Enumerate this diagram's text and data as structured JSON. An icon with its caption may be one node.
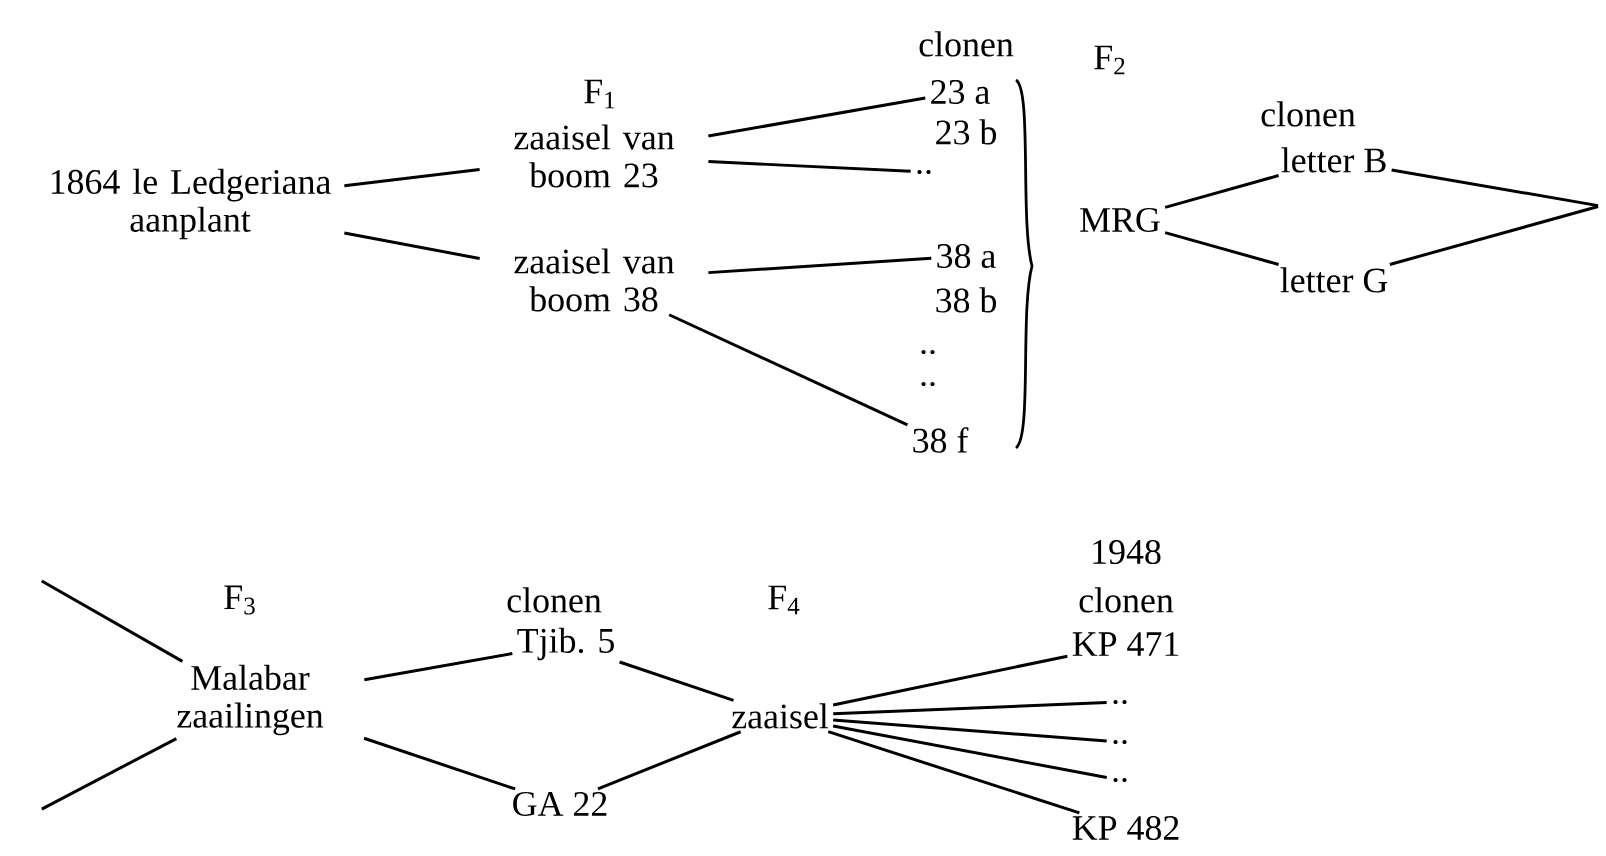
{
  "diagram": {
    "nodes": [
      {
        "text": [
          "1864 le Ledgeriana aanplant"
        ]
      },
      {
        "text": [
          "zaaisel van boom 23"
        ]
      },
      {
        "text": [
          "zaaisel van boom 38"
        ]
      },
      {
        "text": [
          "23 a"
        ]
      },
      {
        "text": [
          ".."
        ]
      },
      {
        "text": [
          "38 a"
        ]
      },
      {
        "text": [
          "38 f"
        ]
      },
      {
        "text": [
          "MRG"
        ]
      },
      {
        "text": [
          "letter B"
        ]
      },
      {
        "text": [
          "letter G"
        ]
      },
      {
        "text": [
          "Malabar zaailingen"
        ]
      },
      {
        "text": [
          "Tjib. 5"
        ]
      },
      {
        "text": [
          "GA 22"
        ]
      },
      {
        "text": [
          "zaaisel"
        ]
      },
      {
        "text": [
          "KP 471"
        ]
      },
      {
        "text": [
          ".."
        ]
      },
      {
        "text": [
          ".."
        ]
      },
      {
        "text": [
          ".."
        ]
      },
      {
        "text": [
          "KP 482"
        ]
      }
    ],
    "edges": [
      {
        "from": 0,
        "to": 1,
        "arrow": "none"
      },
      {
        "from": 0,
        "to": 2,
        "arrow": "none"
      },
      {
        "from": 1,
        "to": 3,
        "arrow": "none"
      },
      {
        "from": 1,
        "to": 4,
        "arrow": "none"
      },
      {
        "from": 2,
        "to": 5,
        "arrow": "none"
      },
      {
        "from": 2,
        "to": 6,
        "arrow": "none"
      },
      {
        "from": 7,
        "to": 8,
        "arrow": "none"
      },
      {
        "from": 7,
        "to": 9,
        "arrow": "none"
      },
      {
        "from": 8,
        "to": null,
        "arrow": "none"
      },
      {
        "from": 9,
        "to": null,
        "arrow": "none"
      },
      {
        "from": null,
        "to": 10,
        "arrow": "none"
      },
      {
        "from": null,
        "to": 10,
        "arrow": "none"
      },
      {
        "from": 10,
        "to": 11,
        "arrow": "none"
      },
      {
        "from": 10,
        "to": 12,
        "arrow": "none"
      },
      {
        "from": 11,
        "to": 13,
        "arrow": "none"
      },
      {
        "from": 12,
        "to": 13,
        "arrow": "none"
      },
      {
        "from": 13,
        "to": 14,
        "arrow": "none"
      },
      {
        "from": 13,
        "to": 15,
        "arrow": "none"
      },
      {
        "from": 13,
        "to": 16,
        "arrow": "none"
      },
      {
        "from": 13,
        "to": 17,
        "arrow": "none"
      },
      {
        "from": 13,
        "to": 18,
        "arrow": "none"
      }
    ],
    "labels": [
      "F$_{1}$",
      "clonen",
      "F$_{2}$",
      "clonen",
      "23 b",
      "38 b",
      "..",
      "..",
      "F$_{3}$",
      "clonen",
      "F$_{4}$",
      "1948",
      "clonen"
    ]
  }
}
